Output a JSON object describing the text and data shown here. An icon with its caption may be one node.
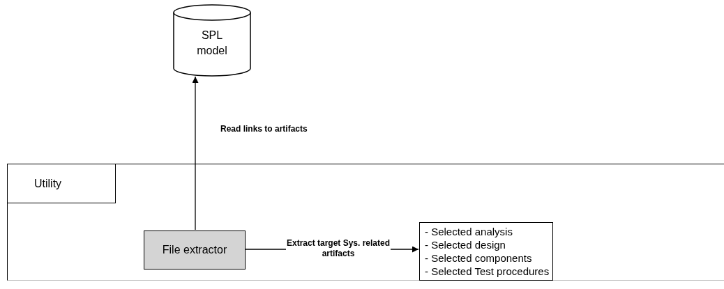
{
  "diagram": {
    "nodes": [
      {
        "text": [
          "SPL model"
        ]
      },
      {
        "text": [
          "Utility"
        ]
      },
      {
        "text": [
          "File extractor"
        ],
        "in": 1
      },
      {
        "text": [
          "- Selected analysis",
          "- Selected design",
          "- Selected components",
          "- Selected Test procedures"
        ],
        "in": 1
      }
    ],
    "edges": [
      {
        "from": 2,
        "to": 0,
        "arrow": "to",
        "label": "Read links to artifacts"
      },
      {
        "from": 2,
        "to": 3,
        "arrow": "to",
        "label": "Extract target Sys. related artifacts"
      }
    ]
  }
}
